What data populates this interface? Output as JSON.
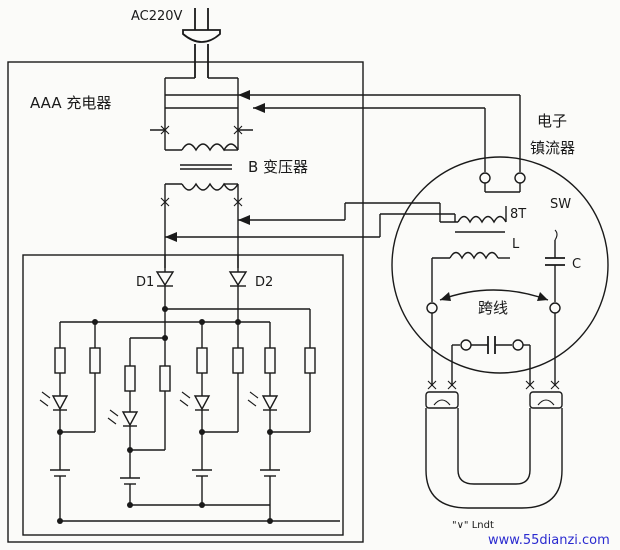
{
  "labels": {
    "ac_input": "AC220V",
    "charger": "AAA 充电器",
    "transformer": "B 变压器",
    "ballast_line1": "电子",
    "ballast_line2": "镇流器",
    "sw": "SW",
    "tap_8t": "8T",
    "inductor_l": "L",
    "capacitor_c": "C",
    "jumper": "跨线",
    "diode_1": "D1",
    "diode_2": "D2",
    "tube_caption": "\"∨\" Lndt",
    "watermark": "www.55dianzi.com"
  }
}
